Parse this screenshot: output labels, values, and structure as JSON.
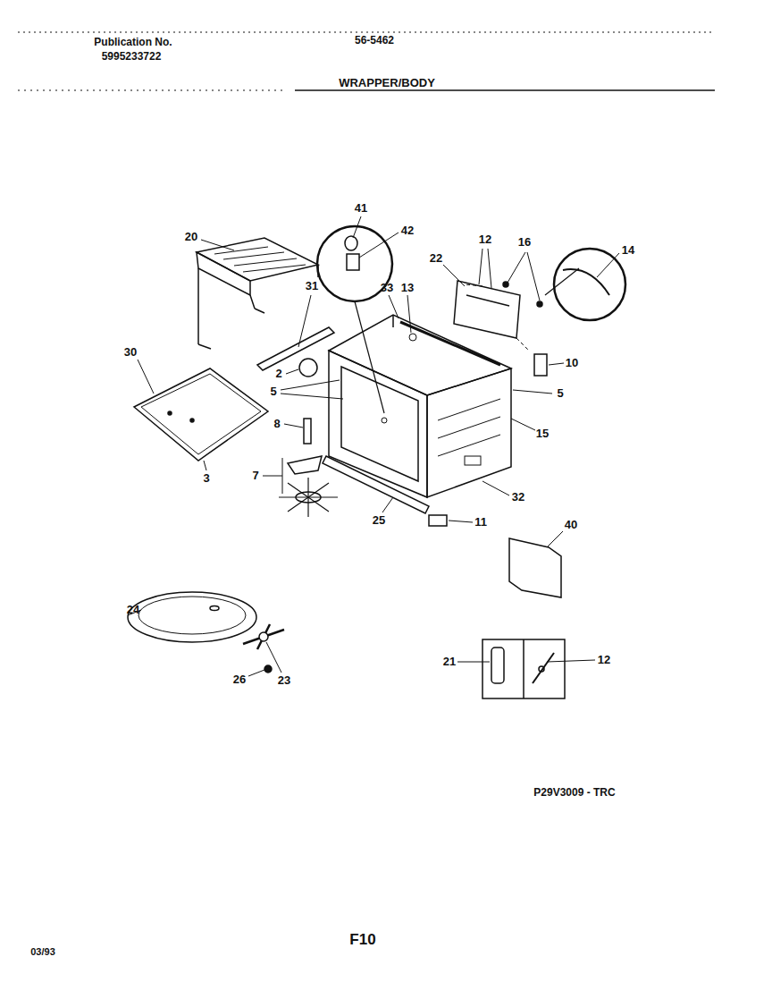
{
  "diagram": {
    "title": "WRAPPER/BODY",
    "labels": [
      "Publication No.",
      "5995233722",
      "56-5462",
      "41",
      "42",
      "20",
      "12",
      "16",
      "14",
      "22",
      "31",
      "33",
      "13",
      "30",
      "10",
      "2",
      "5",
      "5",
      "15",
      "8",
      "7",
      "3",
      "32",
      "25",
      "11",
      "40",
      "24",
      "21",
      "12",
      "26",
      "23",
      "P29V3009 - TRC",
      "03/93",
      "F10"
    ]
  }
}
